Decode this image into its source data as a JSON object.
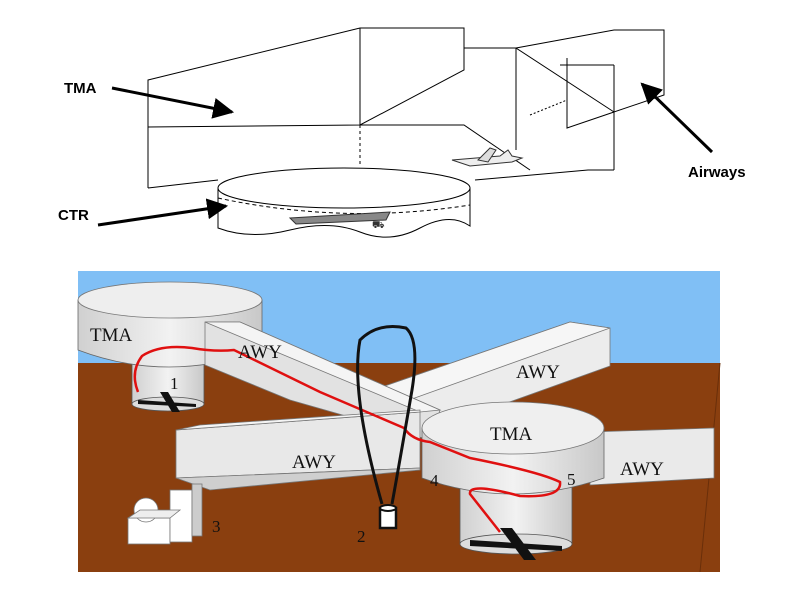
{
  "top_diagram": {
    "labels": {
      "tma": "TMA",
      "ctr": "CTR",
      "airways": "Airways"
    }
  },
  "bottom_diagram": {
    "colors": {
      "sky": "#80bff5",
      "ground": "#8a3f0f",
      "route": "#e01010",
      "balloon": "#111111",
      "volume": "#e4e4e4"
    },
    "tma_labels": [
      "TMA",
      "TMA"
    ],
    "awy_labels": [
      "AWY",
      "AWY",
      "AWY",
      "AWY"
    ],
    "points": [
      "1",
      "2",
      "3",
      "4",
      "5"
    ]
  }
}
